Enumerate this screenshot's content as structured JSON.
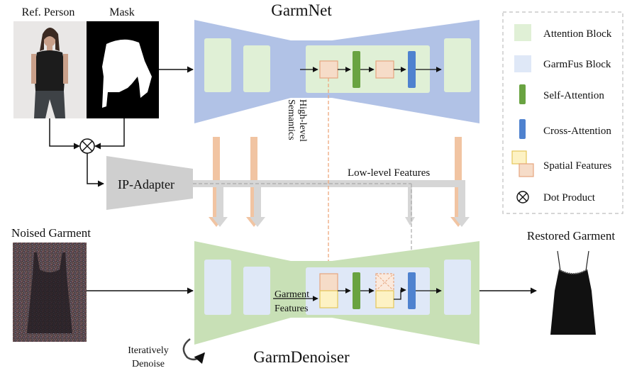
{
  "labels": {
    "ref_person": "Ref. Person",
    "mask": "Mask",
    "garmnet": "GarmNet",
    "garmdenoiser": "GarmDenoiser",
    "ip_adapter": "IP-Adapter",
    "high_level_line1": "High-level",
    "high_level_line2": "Semantics",
    "low_level": "Low-level Features",
    "noised_garment": "Noised Garment",
    "restored_garment": "Restored Garment",
    "garment_features_line1": "Garment",
    "garment_features_line2": "Features",
    "iteratively_line1": "Iteratively",
    "iteratively_line2": "Denoise"
  },
  "legend": {
    "items": [
      {
        "label": "Attention Block",
        "icon": "attention-block-swatch"
      },
      {
        "label": "GarmFus Block",
        "icon": "garmfus-block-swatch"
      },
      {
        "label": "Self-Attention",
        "icon": "self-attention-bar"
      },
      {
        "label": "Cross-Attention",
        "icon": "cross-attention-bar"
      },
      {
        "label": "Spatial Features",
        "icon": "spatial-features-squares"
      },
      {
        "label": "Dot Product",
        "icon": "dot-product-symbol"
      }
    ]
  },
  "colors": {
    "garmnet": "#b1c2e6",
    "garmdenoiser": "#c8e0b6",
    "attention_block": "#e0f0d6",
    "garmfus_block": "#dfe8f7",
    "self_attention": "#69a341",
    "cross_attention": "#4f82cf",
    "spatial_orange": "#f6dcc8",
    "spatial_yellow": "#fdf2c4",
    "feature_arrow": "#f1c4a2",
    "lowlevel_arrow": "#d6d6d6",
    "ip_adapter": "#cfcfcf"
  }
}
